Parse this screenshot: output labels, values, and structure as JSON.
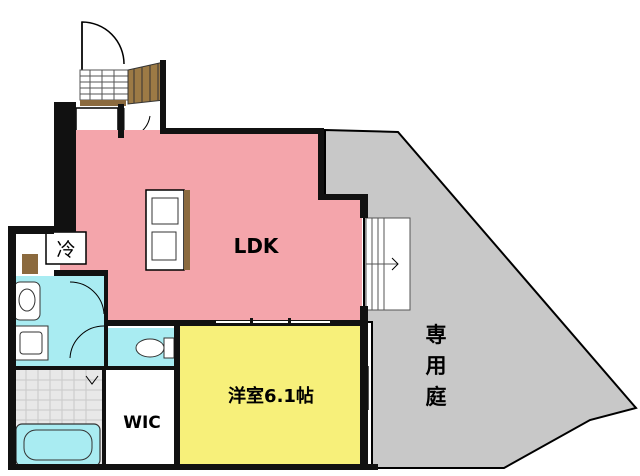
{
  "floor_plan": {
    "rooms": {
      "ldk": {
        "label": "LDK",
        "color": "#f4a5ab"
      },
      "western_room": {
        "label": "洋室6.1帖",
        "color": "#f7f07a"
      },
      "wic": {
        "label": "WIC",
        "color": "#ffffff"
      },
      "private_garden": {
        "label_chars": [
          "専",
          "用",
          "庭"
        ],
        "color": "#c8c8c8"
      },
      "wet_area": {
        "color": "#a9ecf2"
      }
    },
    "fridge_label": "冷",
    "wall_color": "#111111",
    "floor_wood_color": "#8b6a3e"
  }
}
